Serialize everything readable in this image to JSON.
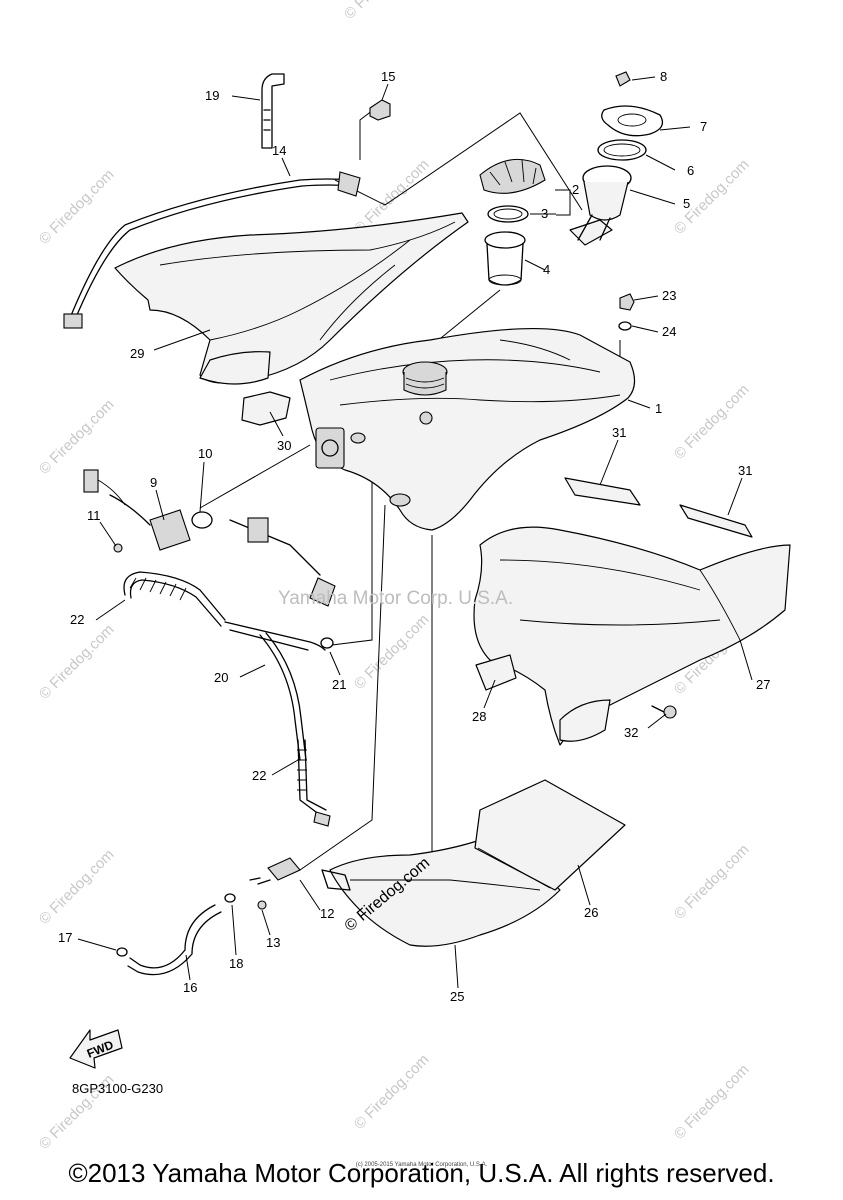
{
  "diagram": {
    "part_code": "8GP3100-G230",
    "center_watermark": "Yamaha Motor Corp. U.S.A.",
    "diagonal_watermark": "© Firedog.com",
    "tiled_watermark": "© Firedog.com",
    "fwd_label": "FWD",
    "callouts": [
      {
        "n": "1"
      },
      {
        "n": "2"
      },
      {
        "n": "3"
      },
      {
        "n": "4"
      },
      {
        "n": "5"
      },
      {
        "n": "6"
      },
      {
        "n": "7"
      },
      {
        "n": "8"
      },
      {
        "n": "9"
      },
      {
        "n": "10"
      },
      {
        "n": "11"
      },
      {
        "n": "12"
      },
      {
        "n": "13"
      },
      {
        "n": "14"
      },
      {
        "n": "15"
      },
      {
        "n": "16"
      },
      {
        "n": "17"
      },
      {
        "n": "18"
      },
      {
        "n": "19"
      },
      {
        "n": "20"
      },
      {
        "n": "21"
      },
      {
        "n": "22"
      },
      {
        "n": "22"
      },
      {
        "n": "23"
      },
      {
        "n": "24"
      },
      {
        "n": "25"
      },
      {
        "n": "26"
      },
      {
        "n": "27"
      },
      {
        "n": "28"
      },
      {
        "n": "29"
      },
      {
        "n": "30"
      },
      {
        "n": "31"
      },
      {
        "n": "31"
      },
      {
        "n": "32"
      }
    ]
  },
  "footer": {
    "copyright": "©2013 Yamaha Motor Corporation, U.S.A. All rights reserved.",
    "small_copyright": "(c) 2005-2015 Yamaha Motor Corporation, U.S.A."
  }
}
